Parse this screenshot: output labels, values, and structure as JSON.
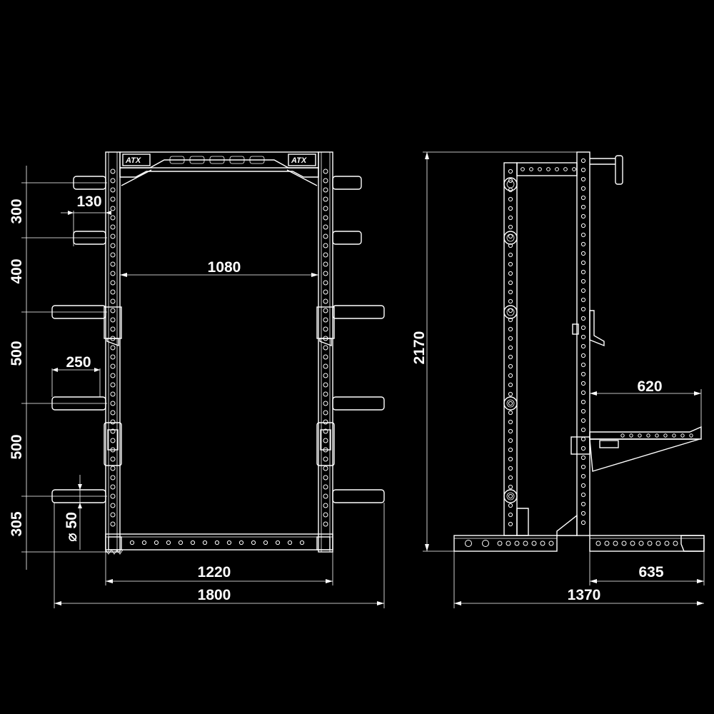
{
  "dimensions": {
    "front": {
      "peg_gap_1": "300",
      "peg_gap_2": "400",
      "peg_gap_3": "500",
      "peg_gap_4": "500",
      "peg_gap_5": "305",
      "small_peg_length": "130",
      "long_peg_length": "250",
      "inner_width": "1080",
      "base_width": "1220",
      "overall_width": "1800",
      "peg_diameter": "⌀ 50"
    },
    "side": {
      "height": "2170",
      "spotter_arm_length": "620",
      "rear_foot_length": "635",
      "overall_depth": "1370"
    }
  },
  "logo": "ATX",
  "colors": {
    "background": "#000000",
    "lines": "#ffffff"
  }
}
